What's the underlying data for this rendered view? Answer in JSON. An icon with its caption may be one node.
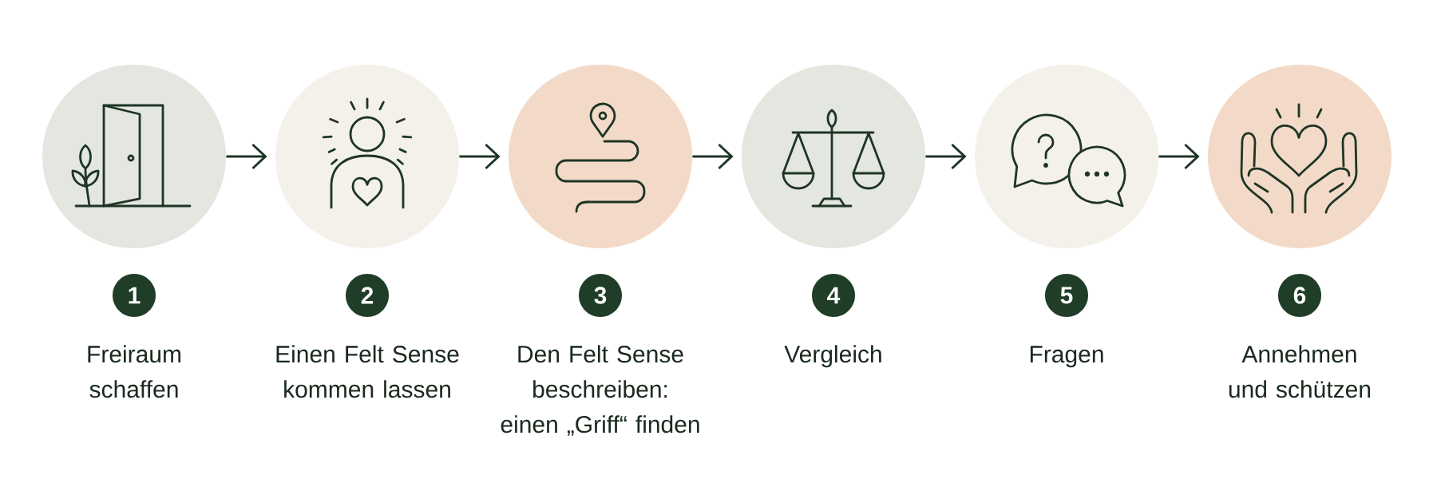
{
  "diagram": {
    "nodes": [
      {
        "text": [],
        "shape": "circle"
      },
      {
        "text": [
          "1"
        ],
        "beside": [
          "Freiraum schaffen"
        ]
      },
      {
        "text": [],
        "shape": "circle"
      },
      {
        "text": [
          "2"
        ],
        "beside": [
          "Einen Felt Sense kommen lassen"
        ]
      },
      {
        "text": [],
        "shape": "circle"
      },
      {
        "text": [
          "3"
        ],
        "beside": [
          "Den Felt Sense beschreiben: einen „Griff“ finden"
        ]
      },
      {
        "text": [],
        "shape": "circle"
      },
      {
        "text": [
          "4"
        ],
        "beside": [
          "Vergleich"
        ]
      },
      {
        "text": [],
        "shape": "circle"
      },
      {
        "text": [
          "5"
        ],
        "beside": [
          "Fragen"
        ]
      },
      {
        "text": [],
        "shape": "circle"
      },
      {
        "text": [
          "6"
        ],
        "beside": [
          "Annehmen und schützen"
        ]
      }
    ],
    "edges": [
      {
        "from": 0,
        "to": 2,
        "arrow": "to"
      },
      {
        "from": 2,
        "to": 4,
        "arrow": "to"
      },
      {
        "from": 4,
        "to": 6,
        "arrow": "to"
      },
      {
        "from": 6,
        "to": 8,
        "arrow": "to"
      },
      {
        "from": 8,
        "to": 10,
        "arrow": "to"
      }
    ]
  }
}
